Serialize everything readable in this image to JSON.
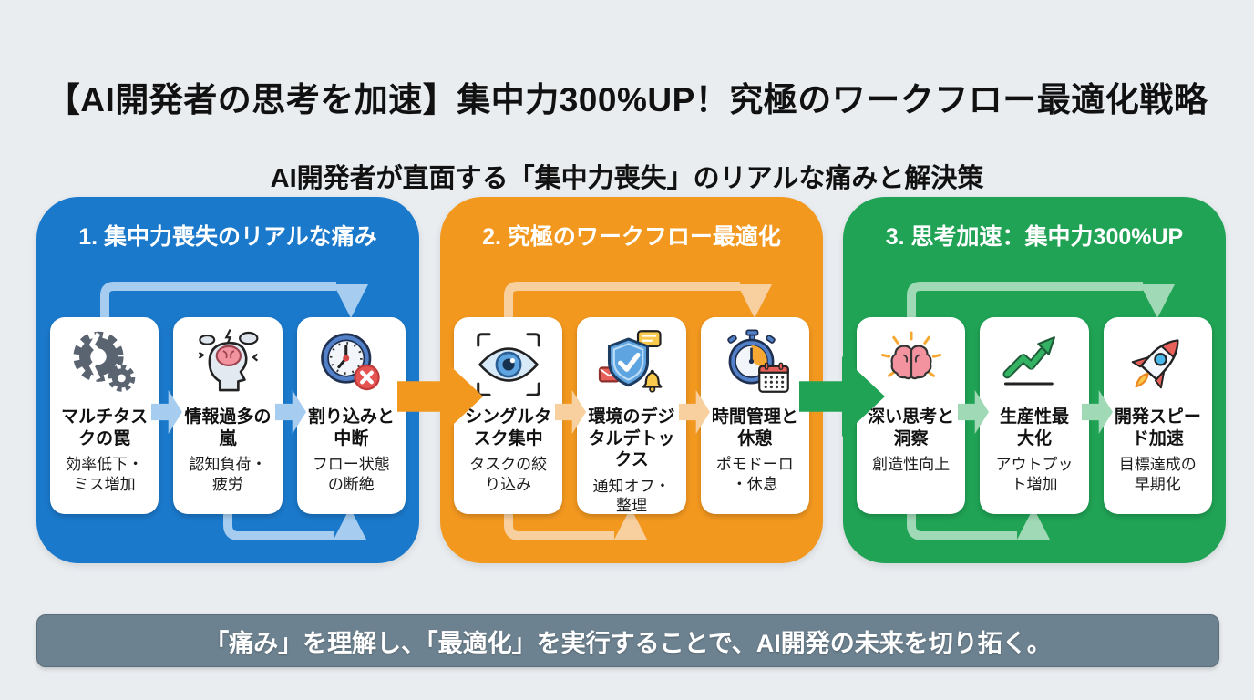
{
  "title": "【AI開発者の思考を加速】集中力300%UP！究極のワークフロー最適化戦略",
  "subtitle": "AI開発者が直面する「集中力喪失」のリアルな痛みと解決策",
  "footer": "「痛み」を理解し、「最適化」を実行することで、AI開発の未来を切り拓く。",
  "colors": {
    "background": "#e9edf0",
    "panel_blue": "#1b79cb",
    "panel_orange": "#f3981f",
    "panel_green": "#20a355",
    "footer_bar": "#6d8290",
    "card_background": "#ffffff"
  },
  "panels": [
    {
      "heading": "1. 集中力喪失のリアルな痛み",
      "color": "#1b79cb",
      "cards": [
        {
          "icon": "broken-gears-icon",
          "title": "マルチタス\nクの罠",
          "desc": "効率低下・\nミス増加"
        },
        {
          "icon": "overloaded-brain-icon",
          "title": "情報過多の\n嵐",
          "desc": "認知負荷・\n疲労"
        },
        {
          "icon": "interrupted-clock-icon",
          "title": "割り込みと\n中断",
          "desc": "フロー状態\nの断絶"
        }
      ]
    },
    {
      "heading": "2. 究極のワークフロー最適化",
      "color": "#f3981f",
      "cards": [
        {
          "icon": "single-task-eye-icon",
          "title": "シングルタ\nスク集中",
          "desc": "タスクの絞\nり込み"
        },
        {
          "icon": "digital-detox-shield-icon",
          "title": "環境のデジ\nタルデトッ\nクス",
          "desc": "通知オフ・\n整理"
        },
        {
          "icon": "stopwatch-calendar-icon",
          "title": "時間管理と\n休憩",
          "desc": "ポモドーロ\n・休息"
        }
      ]
    },
    {
      "heading": "3. 思考加速：集中力300%UP",
      "color": "#20a355",
      "cards": [
        {
          "icon": "glowing-brain-icon",
          "title": "深い思考と\n洞察",
          "desc": "創造性向上"
        },
        {
          "icon": "growth-chart-icon",
          "title": "生産性最\n大化",
          "desc": "アウトプッ\nト増加"
        },
        {
          "icon": "rocket-icon",
          "title": "開発スピー\nド加速",
          "desc": "目標達成の\n早期化"
        }
      ]
    }
  ]
}
